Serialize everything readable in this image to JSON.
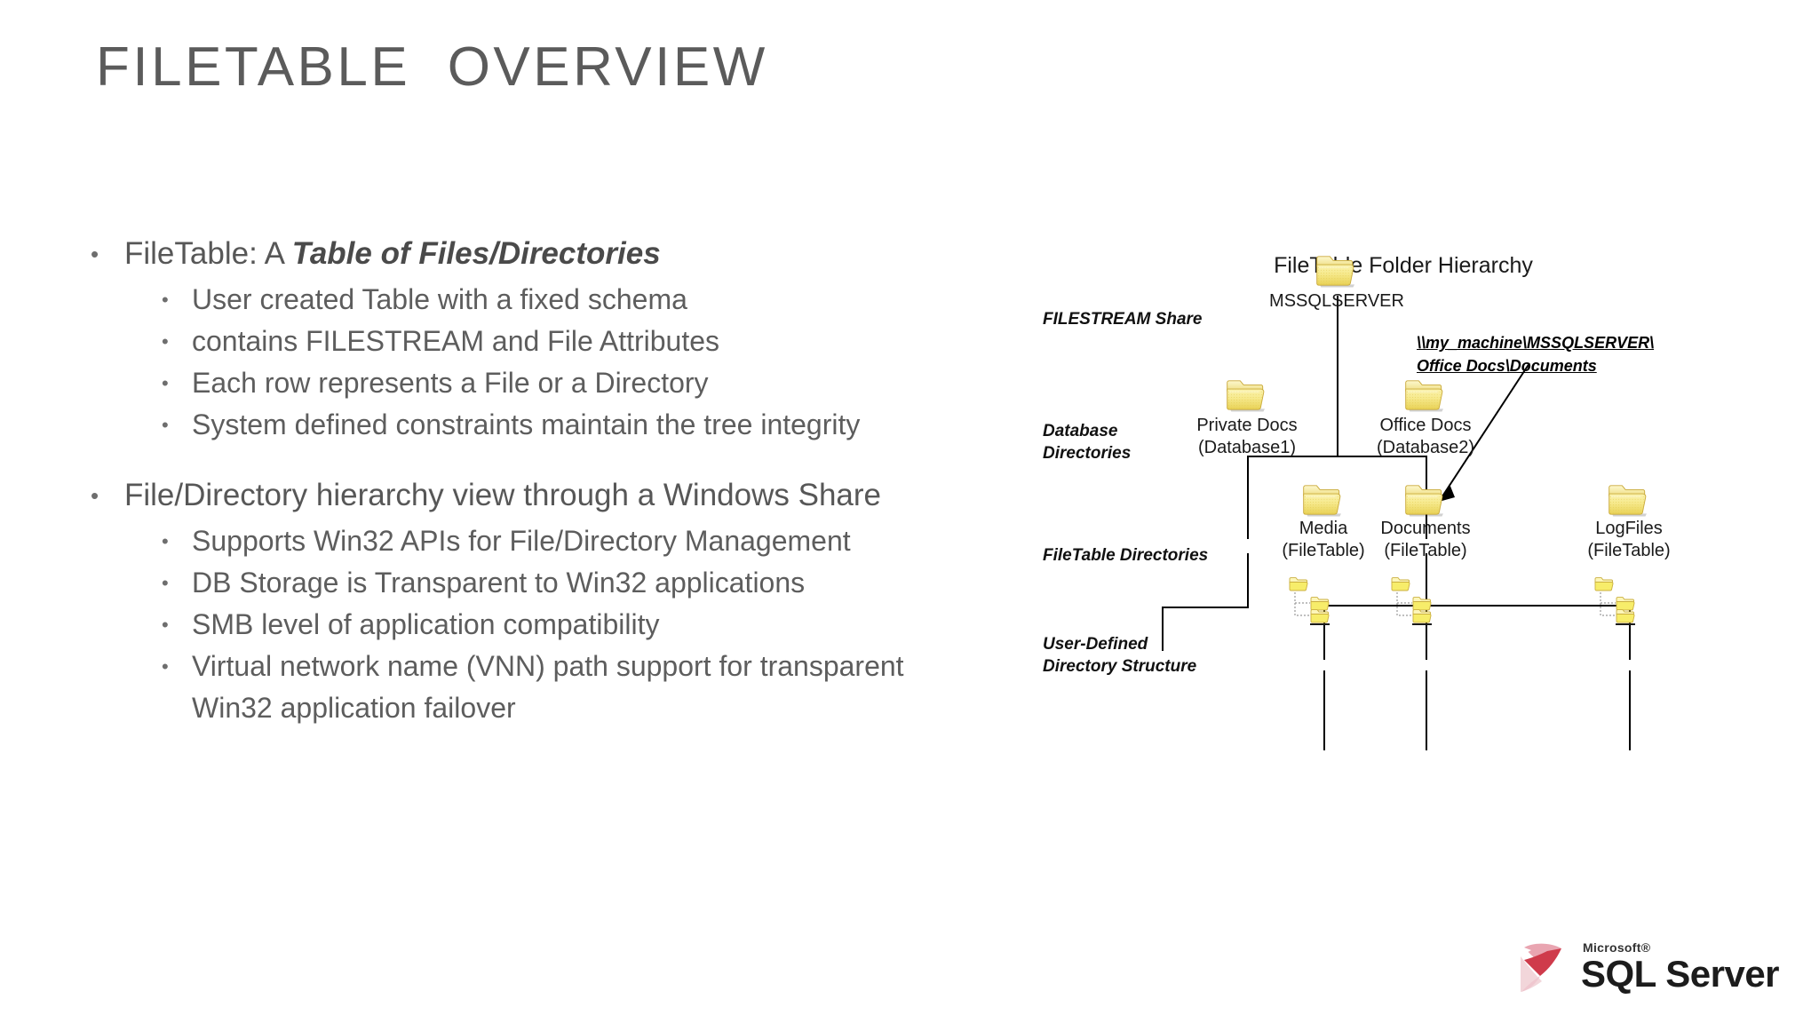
{
  "slide": {
    "title": "FILETABLE  OVERVIEW",
    "background": "#ffffff",
    "text_color": "#575757"
  },
  "body": {
    "groups": [
      {
        "lead": {
          "plain_prefix": "FileTable: A ",
          "emphasis": "Table of Files/Directories",
          "full": "FileTable: A Table of Files/Directories",
          "bullet": "•"
        },
        "sub_items": [
          "User created Table with a fixed schema",
          "contains FILESTREAM and File Attributes",
          "Each row represents a File or a Directory",
          "System defined constraints maintain the tree integrity"
        ]
      },
      {
        "lead": {
          "plain_prefix": "File/Directory hierarchy view through a Windows Share",
          "emphasis": "",
          "full": "File/Directory hierarchy view through a Windows Share",
          "bullet": "•"
        },
        "sub_items": [
          "Supports Win32 APIs for File/Directory Management",
          "DB Storage is Transparent to Win32 applications",
          "SMB level of application compatibility",
          "Virtual network name (VNN) path support for transparent Win32 application failover"
        ]
      }
    ],
    "sub_bullet_glyph": "•"
  },
  "diagram": {
    "title": "FileTable Folder Hierarchy",
    "stage_labels": [
      {
        "id": "filestream-share",
        "text": "FILESTREAM Share"
      },
      {
        "id": "database-directories",
        "text": "Database\nDirectories"
      },
      {
        "id": "filetable-directories",
        "text": "FileTable Directories"
      },
      {
        "id": "user-defined-structure",
        "text": "User-Defined\nDirectory Structure"
      }
    ],
    "callout": {
      "line1": "\\\\my_machine\\MSSQLSERVER\\",
      "line2": "Office Docs\\Documents"
    },
    "nodes": [
      {
        "id": "root",
        "label": "MSSQLSERVER",
        "sublabel": ""
      },
      {
        "id": "private-docs",
        "label": "Private Docs",
        "sublabel": "(Database1)"
      },
      {
        "id": "office-docs",
        "label": "Office Docs",
        "sublabel": "(Database2)"
      },
      {
        "id": "media",
        "label": "Media",
        "sublabel": "(FileTable)"
      },
      {
        "id": "documents",
        "label": "Documents",
        "sublabel": "(FileTable)"
      },
      {
        "id": "logfiles",
        "label": "LogFiles",
        "sublabel": "(FileTable)"
      }
    ],
    "folder_color": "#f2e06a",
    "line_color": "#000000"
  },
  "logo": {
    "brand": "Microsoft®",
    "product": "SQL Server",
    "mark_color": "#cf3b4b"
  }
}
